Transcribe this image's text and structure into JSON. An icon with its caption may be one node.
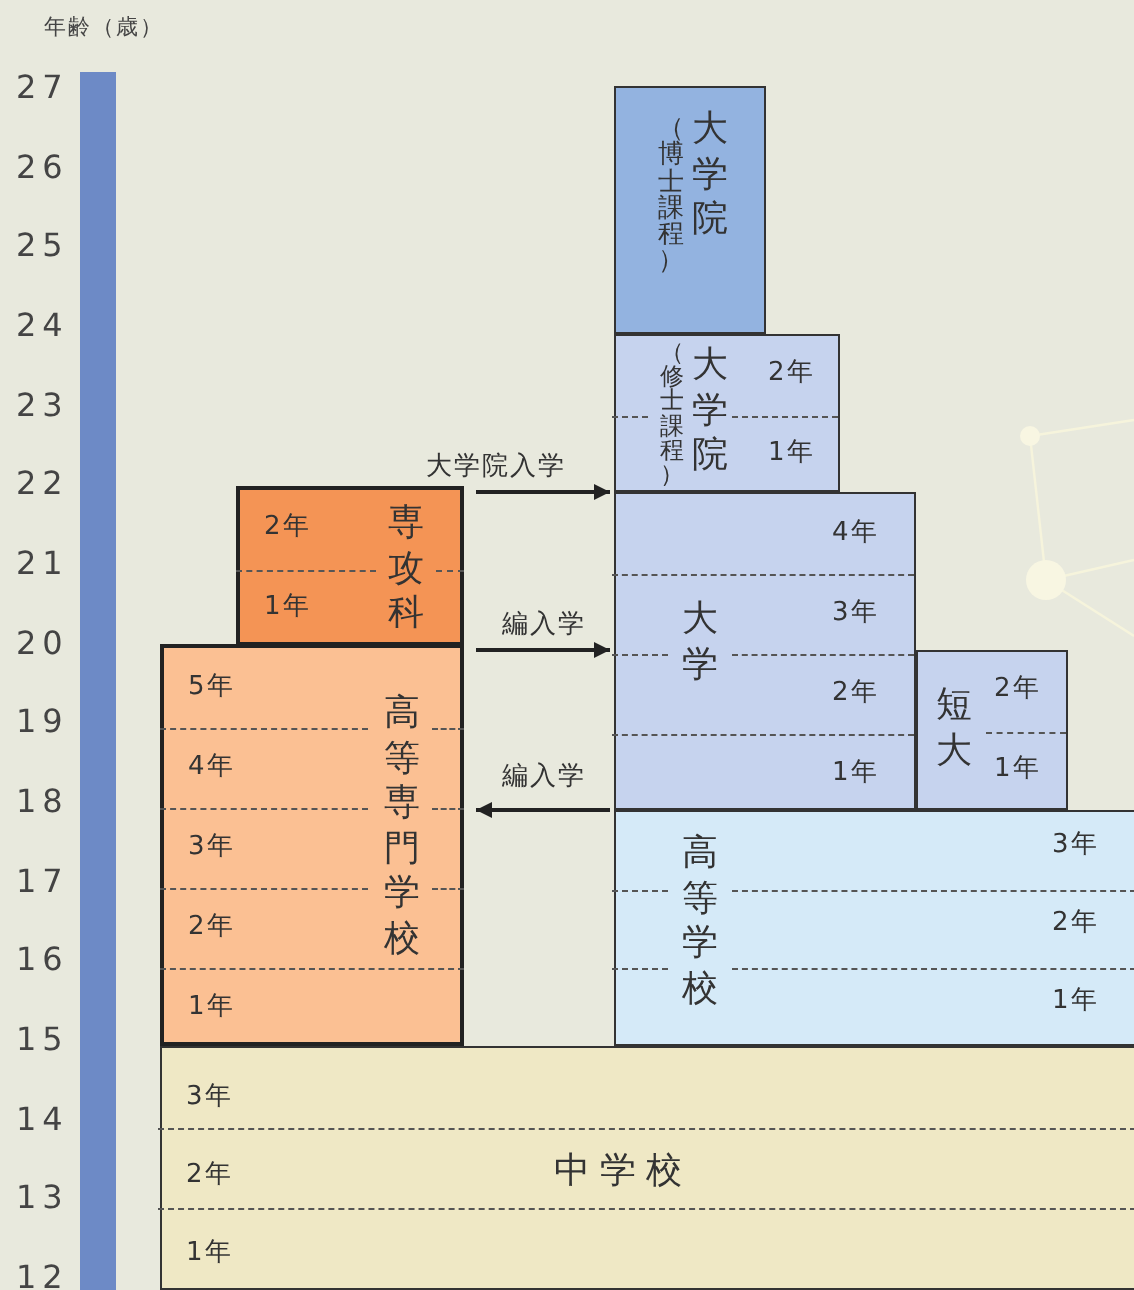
{
  "diagram": {
    "nodes": [
      {
        "text": [
          "2年",
          "1年",
          "専攻科"
        ]
      },
      {
        "text": [
          "5年",
          "4年",
          "3年",
          "2年",
          "1年",
          "高等専門学校"
        ]
      },
      {
        "text": [
          "（博士課程）",
          "大学院"
        ]
      },
      {
        "text": [
          "（修士課程）",
          "大学院",
          "2年",
          "1年"
        ]
      },
      {
        "text": [
          "大学",
          "4年",
          "3年",
          "2年",
          "1年"
        ]
      },
      {
        "text": [
          "短大",
          "2年",
          "1年"
        ]
      },
      {
        "text": [
          "高等学校",
          "3年",
          "2年",
          "1年"
        ]
      },
      {
        "text": [
          "中学校",
          "3年",
          "2年",
          "1年"
        ]
      }
    ],
    "edges": [
      {
        "from": 0,
        "to": 3,
        "arrow": "to",
        "label": "大学院入学"
      },
      {
        "from": 1,
        "to": 4,
        "arrow": "to",
        "label": "編入学"
      },
      {
        "from": 6,
        "to": 1,
        "arrow": "to",
        "label": "編入学"
      }
    ],
    "labels": [
      "年齢（歳）",
      "27",
      "26",
      "25",
      "24",
      "23",
      "22",
      "21",
      "20",
      "19",
      "18",
      "17",
      "16",
      "15",
      "14",
      "13",
      "12"
    ]
  }
}
